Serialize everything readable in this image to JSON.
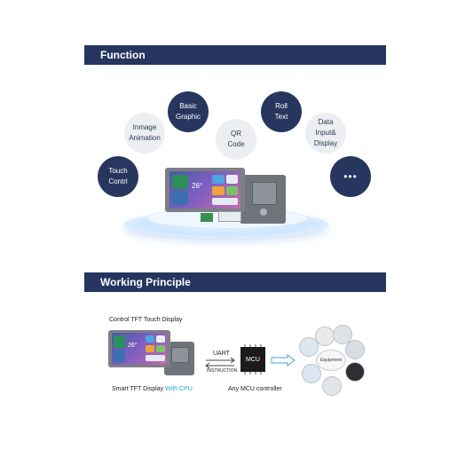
{
  "function_section": {
    "title": "Function",
    "bubbles": [
      {
        "label": "Touch\nContrl",
        "style": "dark"
      },
      {
        "label": "Inmage\nAnimation",
        "style": "light"
      },
      {
        "label": "Basic\nGraphic",
        "style": "dark"
      },
      {
        "label": "QR\nCode",
        "style": "light"
      },
      {
        "label": "Roll\nText",
        "style": "dark"
      },
      {
        "label": "Data\nInput&\nDisplay",
        "style": "light"
      },
      {
        "label": "•••",
        "style": "dark"
      }
    ],
    "screen_temperature": "26°"
  },
  "working_section": {
    "title": "Working Principle",
    "caption_top": "Control TFT Touch Display",
    "caption_display": "Smart TFT Display ",
    "caption_display_accent": "With CPU",
    "uart_label": "UART",
    "instruction_label": "INSTRUCTION",
    "mcu_label": "MCU",
    "caption_mcu": "Any MCU controller",
    "equipment_label": "Equipment"
  },
  "colors": {
    "navy": "#25355f",
    "light_bubble": "#eceef1",
    "accent": "#2aa0d8"
  }
}
